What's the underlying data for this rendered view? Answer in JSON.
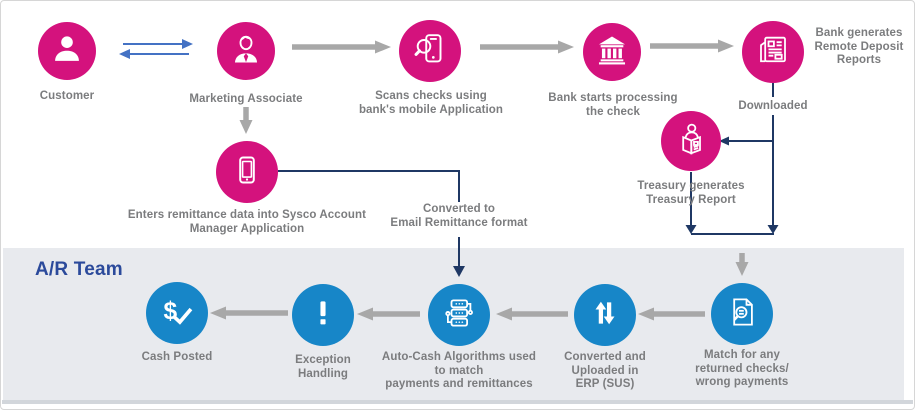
{
  "colors": {
    "pink": "#D4127D",
    "blue": "#1786C8",
    "navy": "#1F3864",
    "arrow_gray": "#A8A8A8",
    "text_gray": "#7B7C7E",
    "ar_team_blue": "#2B4A9B",
    "panel_gray": "#E8EAEE",
    "link_blue": "#4472C4"
  },
  "nodes": {
    "customer": {
      "label": "Customer",
      "icon": "person-icon"
    },
    "marketing": {
      "label": "Marketing Associate",
      "icon": "person-tie-icon"
    },
    "scan": {
      "label": "Scans checks using\nbank's mobile Application",
      "icon": "phone-magnifier-icon"
    },
    "bank": {
      "label": "Bank starts processing\nthe check",
      "icon": "bank-icon"
    },
    "reports": {
      "label": "Bank generates\nRemote Deposit\nReports",
      "icon": "newspaper-icon"
    },
    "remittance": {
      "label": "Enters remittance data into Sysco Account\nManager Application",
      "icon": "smartphone-icon"
    },
    "treasury": {
      "label": "Treasury generates\nTreasury Report",
      "icon": "person-book-icon"
    },
    "cash_posted": {
      "label": "Cash Posted",
      "icon": "dollar-check-icon"
    },
    "exception": {
      "label": "Exception\nHandling",
      "icon": "exclamation-icon"
    },
    "autocash": {
      "label": "Auto-Cash Algorithms used\nto match\npayments and remittances",
      "icon": "workflow-icon"
    },
    "erp": {
      "label": "Converted and\nUploaded in\nERP (SUS)",
      "icon": "up-down-arrows-icon"
    },
    "match": {
      "label": "Match for any\nreturned checks/\nwrong payments",
      "icon": "doc-magnifier-icon"
    }
  },
  "annotations": {
    "downloaded": "Downloaded",
    "converted": "Converted to\nEmail Remittance format",
    "ar_team_title": "A/R Team"
  },
  "edges": [
    {
      "from": "customer",
      "to": "marketing",
      "style": "double-arrow-blue"
    },
    {
      "from": "marketing",
      "to": "scan",
      "style": "gray-arrow"
    },
    {
      "from": "scan",
      "to": "bank",
      "style": "gray-arrow"
    },
    {
      "from": "bank",
      "to": "reports",
      "style": "gray-arrow"
    },
    {
      "from": "marketing",
      "to": "remittance",
      "style": "gray-arrow"
    },
    {
      "from": "reports",
      "to": "treasury",
      "via": "downloaded",
      "style": "navy-arrow"
    },
    {
      "from": "reports",
      "to": "match",
      "via": "downloaded",
      "style": "navy-then-gray-arrow"
    },
    {
      "from": "treasury",
      "to": "match",
      "style": "navy-then-gray-arrow"
    },
    {
      "from": "remittance",
      "to": "autocash",
      "via": "converted",
      "style": "navy-arrow"
    },
    {
      "from": "match",
      "to": "erp",
      "style": "gray-arrow"
    },
    {
      "from": "erp",
      "to": "autocash",
      "style": "gray-arrow"
    },
    {
      "from": "autocash",
      "to": "exception",
      "style": "gray-arrow"
    },
    {
      "from": "exception",
      "to": "cash_posted",
      "style": "gray-arrow"
    }
  ]
}
